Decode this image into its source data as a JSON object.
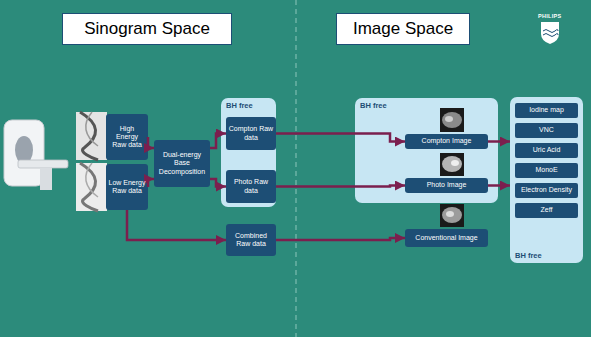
{
  "diagram": {
    "nodes": [
      {
        "text": [
          "Sinogram Space"
        ]
      },
      {
        "text": [
          "Image Space"
        ]
      },
      {
        "text": [
          "High Energy Raw data"
        ]
      },
      {
        "text": [
          "Low Energy Raw data"
        ]
      },
      {
        "text": [
          "Dual-energy Base Decomposition"
        ]
      },
      {
        "text": [
          "BH free"
        ]
      },
      {
        "text": [
          "Compton Raw data"
        ],
        "in": 5
      },
      {
        "text": [
          "Photo Raw data"
        ],
        "in": 5
      },
      {
        "text": [
          "Combined Raw data"
        ]
      },
      {
        "text": [
          "BH free"
        ]
      },
      {
        "text": [
          "Compton Image"
        ],
        "in": 9
      },
      {
        "text": [
          "Photo Image"
        ],
        "in": 9
      },
      {
        "text": [
          "Conventional Image"
        ]
      },
      {
        "text": [
          "BH free"
        ]
      },
      {
        "text": [
          "Iodine map"
        ],
        "in": 13
      },
      {
        "text": [
          "VNC"
        ],
        "in": 13
      },
      {
        "text": [
          "Uric Acid"
        ],
        "in": 13
      },
      {
        "text": [
          "MonoE"
        ],
        "in": 13
      },
      {
        "text": [
          "Electron Density"
        ],
        "in": 13
      },
      {
        "text": [
          "Zeff"
        ],
        "in": 13
      }
    ],
    "edges": [
      {
        "from": 2,
        "to": 4,
        "arrow": "to"
      },
      {
        "from": 3,
        "to": 4,
        "arrow": "to"
      },
      {
        "from": 4,
        "to": 6,
        "arrow": "to"
      },
      {
        "from": 4,
        "to": 7,
        "arrow": "to"
      },
      {
        "from": 3,
        "to": 8,
        "arrow": "to"
      },
      {
        "from": 6,
        "to": 10,
        "arrow": "to"
      },
      {
        "from": 7,
        "to": 11,
        "arrow": "to"
      },
      {
        "from": 8,
        "to": 12,
        "arrow": "to"
      },
      {
        "from": 10,
        "to": 13,
        "arrow": "to"
      },
      {
        "from": 11,
        "to": 13,
        "arrow": "to"
      }
    ],
    "labels": [
      "PHILIPS"
    ]
  }
}
